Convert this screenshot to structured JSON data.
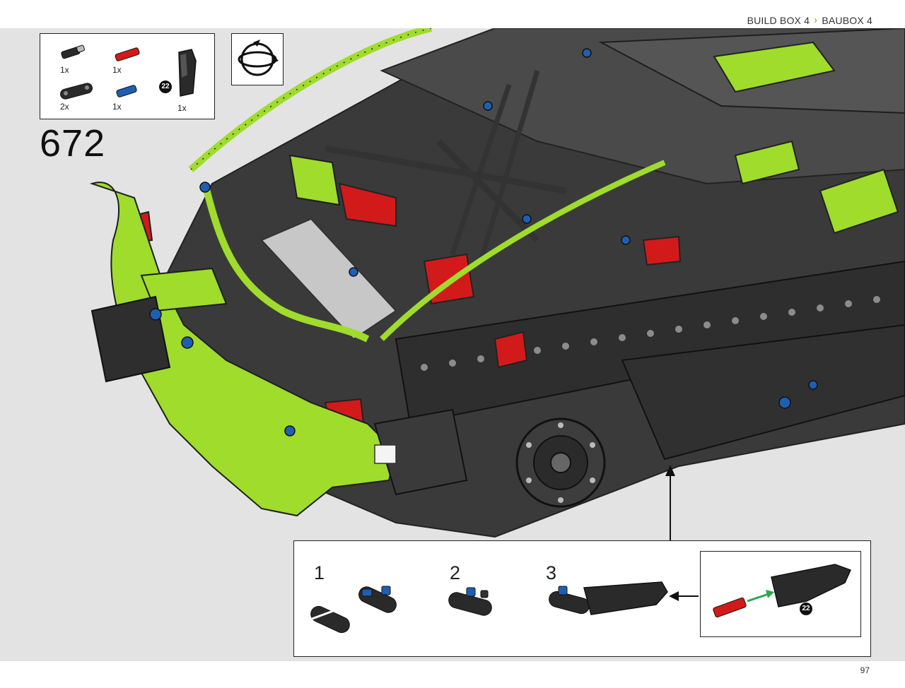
{
  "header": {
    "left_label": "BUILD BOX 4",
    "separator_icon": "lime-arrow-icon",
    "right_label": "BAUBOX 4"
  },
  "parts_list": [
    {
      "icon": "black-axle-pin-icon",
      "qty": "1x",
      "color": "#2a2a2a"
    },
    {
      "icon": "red-axle-icon",
      "qty": "1x",
      "color": "#d21a1a"
    },
    {
      "icon": "black-beam-icon",
      "qty": "2x",
      "color": "#2a2a2a"
    },
    {
      "icon": "blue-pin-icon",
      "qty": "1x",
      "color": "#1e5fb4"
    },
    {
      "icon": "black-panel-icon",
      "qty": "1x",
      "badge": "22",
      "color": "#2a2a2a"
    }
  ],
  "rotate_icon": "rotate-model-icon",
  "step_number": "672",
  "sub_steps": {
    "step1": "1",
    "step2": "2",
    "step3": "3"
  },
  "callout_badge": "22",
  "colors": {
    "lime": "#9fdc2c",
    "dark": "#2f2f2f",
    "red": "#d21a1a",
    "blue": "#1e5fb4",
    "stage_bg": "#e3e3e3"
  },
  "page_number": "97"
}
